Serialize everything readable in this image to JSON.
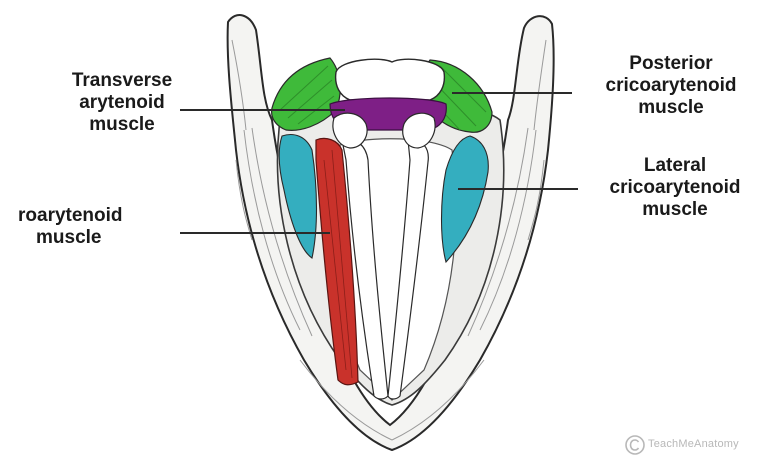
{
  "diagram": {
    "labels": {
      "transverse_arytenoid": [
        "Transverse",
        "arytenoid",
        "muscle"
      ],
      "posterior_cricoarytenoid": [
        "Posterior",
        "cricoarytenoid",
        "muscle"
      ],
      "lateral_cricoarytenoid": [
        "Lateral",
        "cricoarytenoid",
        "muscle"
      ],
      "thyroarytenoid": [
        "roarytenoid",
        "muscle"
      ]
    },
    "watermark": "TeachMeAnatomy",
    "colors": {
      "transverse_arytenoid": "#7e1f86",
      "posterior_cricoarytenoid": "#3fba3a",
      "lateral_cricoarytenoid": "#34aebf",
      "thyroarytenoid": "#c9322b",
      "outline": "#2a2a2a"
    }
  }
}
